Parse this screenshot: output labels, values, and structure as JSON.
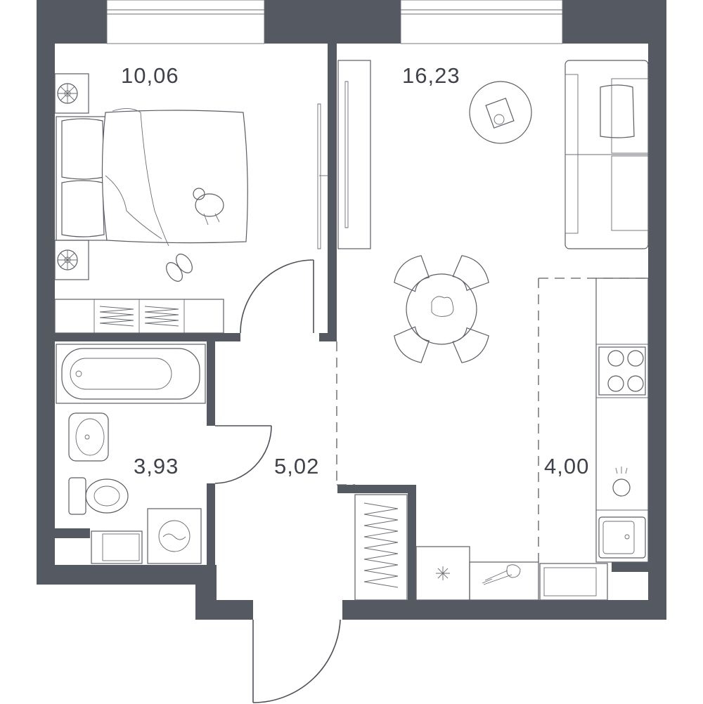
{
  "colors": {
    "wall": "#555961",
    "line": "#5b5e66",
    "background": "#ffffff",
    "text": "#3f424a"
  },
  "rooms": {
    "bedroom": {
      "area": "10,06"
    },
    "living": {
      "area": "16,23"
    },
    "bathroom": {
      "area": "3,93"
    },
    "hall": {
      "area": "5,02"
    },
    "kitchen": {
      "area": "4,00"
    }
  },
  "icons": [
    "bed-icon",
    "pillow-icon",
    "dog-icon",
    "slippers-icon",
    "fan-icon",
    "wardrobe-icon",
    "sofa-icon",
    "coffee-table-icon",
    "dining-table-icon",
    "chair-icon",
    "bathtub-icon",
    "washbasin-icon",
    "toilet-icon",
    "washing-machine-icon",
    "cooktop-icon",
    "sink-icon",
    "faucet-icon",
    "microwave-icon",
    "flowers-icon"
  ]
}
